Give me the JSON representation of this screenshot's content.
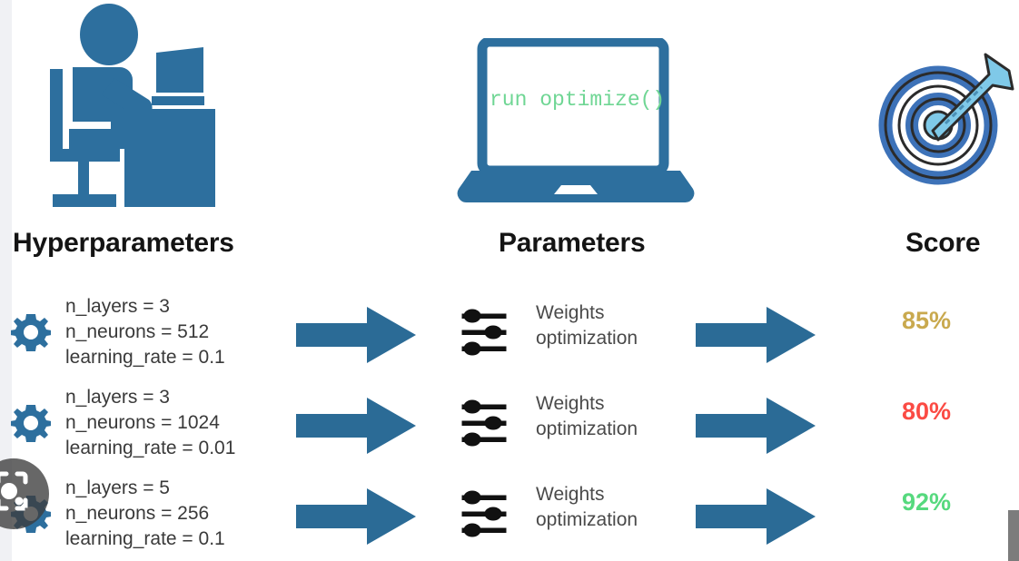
{
  "columns": {
    "hyperparameters_label": "Hyperparameters",
    "parameters_label": "Parameters",
    "score_label": "Score"
  },
  "laptop": {
    "code_text": "run optimize()",
    "code_color": "#6fd694"
  },
  "icons": {
    "person_desk": "person-at-desk-icon",
    "laptop": "laptop-icon",
    "target": "target-with-dart-icon",
    "gear": "gear-icon",
    "sliders": "sliders-icon",
    "arrow": "right-arrow-icon",
    "lens": "google-lens-icon"
  },
  "colors": {
    "brand_blue": "#2d6f9e",
    "arrow_blue": "#2b6b96",
    "target_ring": "#3d72b8",
    "dart_blue": "#7fc9e8",
    "gutter": "#f0f1f4",
    "scrollbar": "#7c7c7c"
  },
  "rows": [
    {
      "hyperparameters": [
        "n_layers = 3",
        "n_neurons = 512",
        "learning_rate = 0.1"
      ],
      "parameters_label": [
        "Weights",
        "optimization"
      ],
      "score": "85%",
      "score_color": "#c9a94e"
    },
    {
      "hyperparameters": [
        "n_layers = 3",
        "n_neurons = 1024",
        "learning_rate = 0.01"
      ],
      "parameters_label": [
        "Weights",
        "optimization"
      ],
      "score": "80%",
      "score_color": "#fb4b44"
    },
    {
      "hyperparameters": [
        "n_layers = 5",
        "n_neurons = 256",
        "learning_rate = 0.1"
      ],
      "parameters_label": [
        "Weights",
        "optimization"
      ],
      "score": "92%",
      "score_color": "#56d97e"
    }
  ]
}
